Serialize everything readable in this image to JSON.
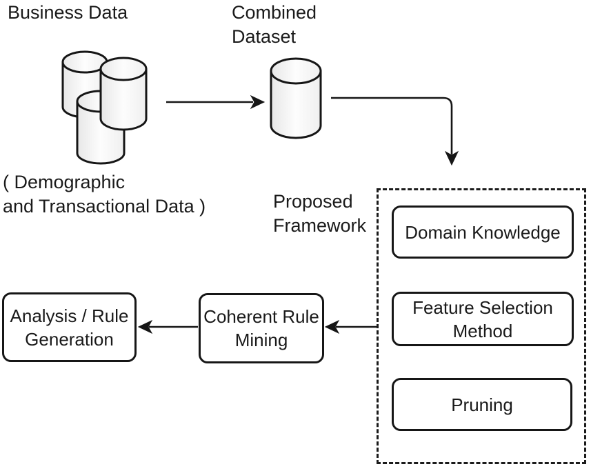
{
  "diagram": {
    "title_context": "Coherent rule mining framework flow diagram",
    "labels": {
      "business_data": "Business Data",
      "business_data_sub": "( Demographic\nand Transactional Data )",
      "combined_dataset": "Combined\nDataset",
      "proposed_framework": "Proposed\nFramework"
    },
    "nodes": {
      "domain_knowledge": "Domain Knowledge",
      "feature_selection": "Feature Selection\nMethod",
      "pruning": "Pruning",
      "coherent_rule_mining": "Coherent Rule\nMining",
      "analysis_rule_generation": "Analysis / Rule\nGeneration"
    },
    "icons": {
      "business_databases": "three-database-cylinders",
      "combined_dataset": "database-cylinder"
    },
    "arrows": [
      "business-data-to-combined-dataset",
      "combined-dataset-to-proposed-framework",
      "proposed-framework-to-coherent-rule-mining",
      "coherent-rule-mining-to-analysis"
    ],
    "colors": {
      "line": "#161616",
      "text": "#1a1a1a",
      "cylinder_fill_edge": "#e7e7e7",
      "cylinder_fill_center": "#fdfdfd",
      "background": "#ffffff"
    }
  }
}
